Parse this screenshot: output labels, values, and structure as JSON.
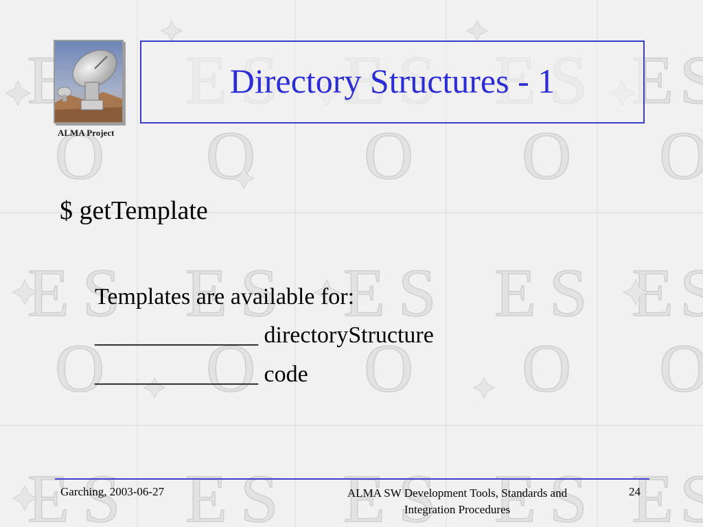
{
  "logo": {
    "label": "ALMA Project"
  },
  "title": {
    "text": "Directory Structures - 1"
  },
  "body": {
    "command": "$ getTemplate",
    "intro": "Templates are available for:",
    "options": [
      "______________ directoryStructure",
      "______________ code"
    ]
  },
  "footer": {
    "left": "Garching, 2003-06-27",
    "center_line1": "ALMA SW Development Tools, Standards and",
    "center_line2": "Integration Procedures",
    "page": "24"
  },
  "colors": {
    "accent": "#3b3bcf",
    "title": "#2d2dd6",
    "background": "#f1f1f1"
  },
  "icons": {
    "logo_image": "antenna-dish-icon",
    "watermark": "eso-watermark-icon"
  }
}
